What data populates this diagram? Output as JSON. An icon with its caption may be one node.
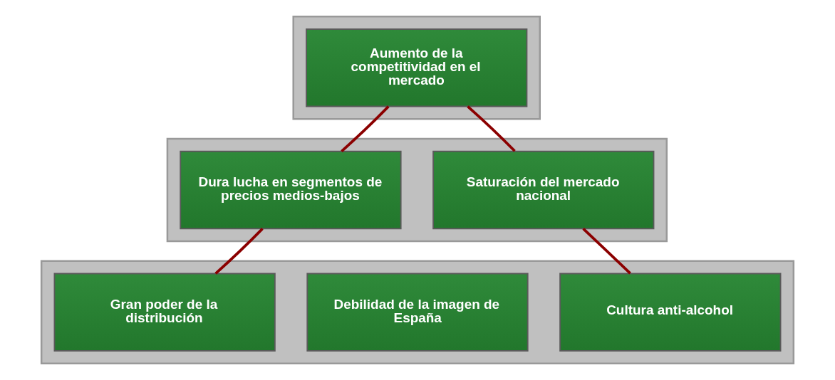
{
  "diagram": {
    "nodes": [
      {
        "text": [],
        "shape": "box"
      },
      {
        "text": [
          "Aumento de la competitividad en el mercado"
        ],
        "in": 0
      },
      {
        "text": [],
        "shape": "box"
      },
      {
        "text": [
          "Dura lucha en segmentos de precios medios-bajos"
        ],
        "in": 2
      },
      {
        "text": [
          "Saturación del mercado nacional"
        ],
        "in": 2
      },
      {
        "text": [],
        "shape": "box"
      },
      {
        "text": [
          "Gran poder de la distribución"
        ],
        "in": 5
      },
      {
        "text": [
          "Debilidad de la imagen de España"
        ],
        "in": 5
      },
      {
        "text": [
          "Cultura anti-alcohol"
        ],
        "in": 5
      }
    ],
    "edges": [
      {
        "from": 1,
        "to": 3,
        "arrow": "none"
      },
      {
        "from": 1,
        "to": 4,
        "arrow": "none"
      },
      {
        "from": 3,
        "to": 6,
        "arrow": "none"
      },
      {
        "from": 4,
        "to": 8,
        "arrow": "none"
      }
    ]
  }
}
